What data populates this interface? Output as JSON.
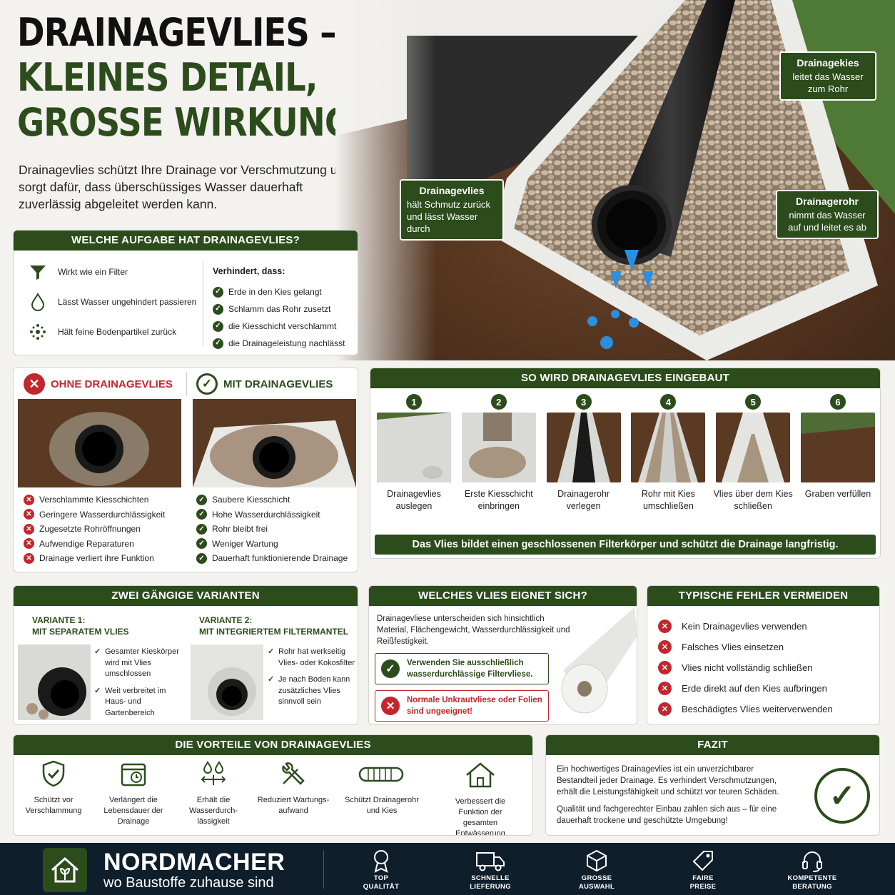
{
  "headline": {
    "line1": "DRAINAGEVLIES –",
    "line2": "KLEINES DETAIL,",
    "line3": "GROSSE WIRKUNG!"
  },
  "intro": "Drainagevlies schützt Ihre Drainage vor Verschmutzung und sorgt dafür, dass überschüssiges Wasser dauerhaft zuverlässig abgeleitet werden kann.",
  "callouts": {
    "kies": {
      "title": "Drainagekies",
      "text": "leitet das Wasser zum Rohr"
    },
    "vlies": {
      "title": "Drainagevlies",
      "text": "hält Schmutz zurück und lässt Wasser durch"
    },
    "rohr": {
      "title": "Drainagerohr",
      "text": "nimmt das Wasser auf und leitet es ab"
    }
  },
  "aufgabe": {
    "title": "WELCHE AUFGABE HAT DRAINAGEVLIES?",
    "left": [
      {
        "icon": "funnel-icon",
        "text": "Wirkt wie ein Filter"
      },
      {
        "icon": "drop-icon",
        "text": "Lässt Wasser ungehindert passieren"
      },
      {
        "icon": "particles-icon",
        "text": "Hält feine Bodenpartikel zurück"
      }
    ],
    "right_title": "Verhindert, dass:",
    "right": [
      "Erde in den Kies gelangt",
      "Schlamm das Rohr zusetzt",
      "die Kiesschicht verschlammt",
      "die Drainageleistung nachlässt"
    ]
  },
  "vergleich": {
    "ohne_title": "OHNE DRAINAGEVLIES",
    "mit_title": "MIT DRAINAGEVLIES",
    "ohne": [
      "Verschlammte Kiesschichten",
      "Geringere Wasserdurchlässigkeit",
      "Zugesetzte Rohröffnungen",
      "Aufwendige Reparaturen",
      "Drainage verliert ihre Funktion"
    ],
    "mit": [
      "Saubere Kiesschicht",
      "Hohe Wasserdurchlässigkeit",
      "Rohr bleibt frei",
      "Weniger Wartung",
      "Dauerhaft funktionierende Drainage"
    ]
  },
  "einbau": {
    "title": "SO WIRD DRAINAGEVLIES EINGEBAUT",
    "steps": [
      {
        "num": "1",
        "label": "Drainagevlies auslegen"
      },
      {
        "num": "2",
        "label": "Erste Kiesschicht einbringen"
      },
      {
        "num": "3",
        "label": "Drainagerohr verlegen"
      },
      {
        "num": "4",
        "label": "Rohr mit Kies umschließen"
      },
      {
        "num": "5",
        "label": "Vlies über dem Kies schließen"
      },
      {
        "num": "6",
        "label": "Graben verfüllen"
      }
    ],
    "banner": "Das Vlies bildet einen geschlossenen Filterkörper und schützt die Drainage langfristig."
  },
  "varianten": {
    "title": "ZWEI GÄNGIGE VARIANTEN",
    "v1": {
      "t1": "VARIANTE 1:",
      "t2": "MIT SEPARATEM VLIES",
      "p1": "Gesamter Kieskörper wird mit Vlies umschlossen",
      "p2": "Weit verbreitet im Haus- und Gartenbereich"
    },
    "v2": {
      "t1": "VARIANTE 2:",
      "t2": "MIT INTEGRIERTEM FILTERMANTEL",
      "p1": "Rohr hat werkseitig Vlies- oder Kokosfilter",
      "p2": "Je nach Boden kann zusätzliches Vlies sinnvoll sein"
    }
  },
  "eignung": {
    "title": "WELCHES VLIES EIGNET SICH?",
    "text": "Drainagevliese unterscheiden sich hinsichtlich Material, Flächengewicht, Wasserdurchlässigkeit und Reißfestigkeit.",
    "good": "Verwenden Sie ausschließlich wasserdurchlässige Filtervliese.",
    "bad": "Normale Unkrautvliese oder Folien sind ungeeignet!"
  },
  "fehler": {
    "title": "TYPISCHE FEHLER VERMEIDEN",
    "items": [
      "Kein Drainagevlies verwenden",
      "Falsches Vlies einsetzen",
      "Vlies nicht vollständig schließen",
      "Erde direkt auf den Kies aufbringen",
      "Beschädigtes Vlies weiterverwenden"
    ]
  },
  "vorteile": {
    "title": "DIE VORTEILE VON DRAINAGEVLIES",
    "items": [
      {
        "icon": "shield-check-icon",
        "label": "Schützt vor Verschlammung"
      },
      {
        "icon": "calendar-clock-icon",
        "label": "Verlängert die Lebensdauer der Drainage"
      },
      {
        "icon": "water-flow-icon",
        "label": "Erhält die Wasserdurch-lässigkeit"
      },
      {
        "icon": "tools-icon",
        "label": "Reduziert Wartungs-aufwand"
      },
      {
        "icon": "pipe-icon",
        "label": "Schützt Drainagerohr und Kies"
      },
      {
        "icon": "house-icon",
        "label": "Verbessert die Funktion der gesamten Entwässerung"
      }
    ]
  },
  "fazit": {
    "title": "FAZIT",
    "p1": "Ein hochwertiges Drainagevlies ist ein unverzichtbarer Bestandteil jeder Drainage. Es verhindert Verschmutzungen, erhält die Leistungsfähigkeit und schützt vor teuren Schäden.",
    "p2": "Qualität und fachgerechter Einbau zahlen sich aus – für eine dauerhaft trockene und geschützte Umgebung!"
  },
  "footer": {
    "brand": "NORDMACHER",
    "tagline": "wo Baustoffe zuhause sind",
    "features": [
      {
        "icon": "award-icon",
        "l1": "TOP",
        "l2": "QUALITÄT"
      },
      {
        "icon": "truck-icon",
        "l1": "SCHNELLE",
        "l2": "LIEFERUNG"
      },
      {
        "icon": "box-icon",
        "l1": "GROSSE",
        "l2": "AUSWAHL"
      },
      {
        "icon": "tag-icon",
        "l1": "FAIRE",
        "l2": "PREISE"
      },
      {
        "icon": "headset-icon",
        "l1": "KOMPETENTE",
        "l2": "BERATUNG"
      }
    ]
  },
  "colors": {
    "brand_green": "#2c4c1c",
    "error_red": "#c4262e",
    "footer_navy": "#0f1e2b"
  }
}
